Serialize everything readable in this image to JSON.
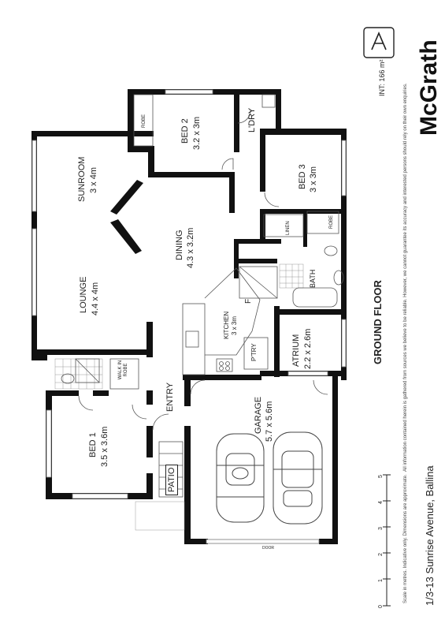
{
  "brand": "McGrath",
  "internal_area": "INT: 166 m²",
  "disclaimer": "All information contained herein is gathered from sources we believe to be reliable. However, we cannot guarantee its accuracy and interested persons should rely on their own enquiries.",
  "scale_note": "Scale in metres. Indicative only. Dimensions are approximate.",
  "address": "1/3-13 Sunrise Avenue, Ballina",
  "floor_label": "GROUND FLOOR",
  "scale_ticks": [
    "0",
    "1",
    "2",
    "3",
    "4",
    "5"
  ],
  "rooms": {
    "bed2": {
      "name": "BED 2",
      "size": "3.2 x 3m"
    },
    "robe_top": {
      "name": "ROBE"
    },
    "laundry": {
      "name": "L'DRY"
    },
    "bed3": {
      "name": "BED 3",
      "size": "3 x 3m"
    },
    "linen": {
      "name": "LINEN"
    },
    "robe_bed3": {
      "name": "ROBE"
    },
    "bath": {
      "name": "BATH"
    },
    "sunroom": {
      "name": "SUNROOM",
      "size": "3 x 4m"
    },
    "dining": {
      "name": "DINING",
      "size": "4.3 x 3.2m"
    },
    "lounge": {
      "name": "LOUNGE",
      "size": "4.4 x 4m"
    },
    "kitchen": {
      "name": "KITCHEN",
      "size": "3 x 3m"
    },
    "fridge": {
      "name": "F"
    },
    "pantry": {
      "name": "P'TRY"
    },
    "atrium": {
      "name": "ATRIUM",
      "size": "2.2 x 2.6m"
    },
    "walkin_robe": {
      "name": "WALK IN ROBE"
    },
    "entry": {
      "name": "ENTRY"
    },
    "garage": {
      "name": "GARAGE",
      "size": "5.7 x 5.6m"
    },
    "bed1": {
      "name": "BED 1",
      "size": "3.5 x 3.6m"
    },
    "patio": {
      "name": "PATIO"
    },
    "door": {
      "name": "DOOR"
    }
  }
}
